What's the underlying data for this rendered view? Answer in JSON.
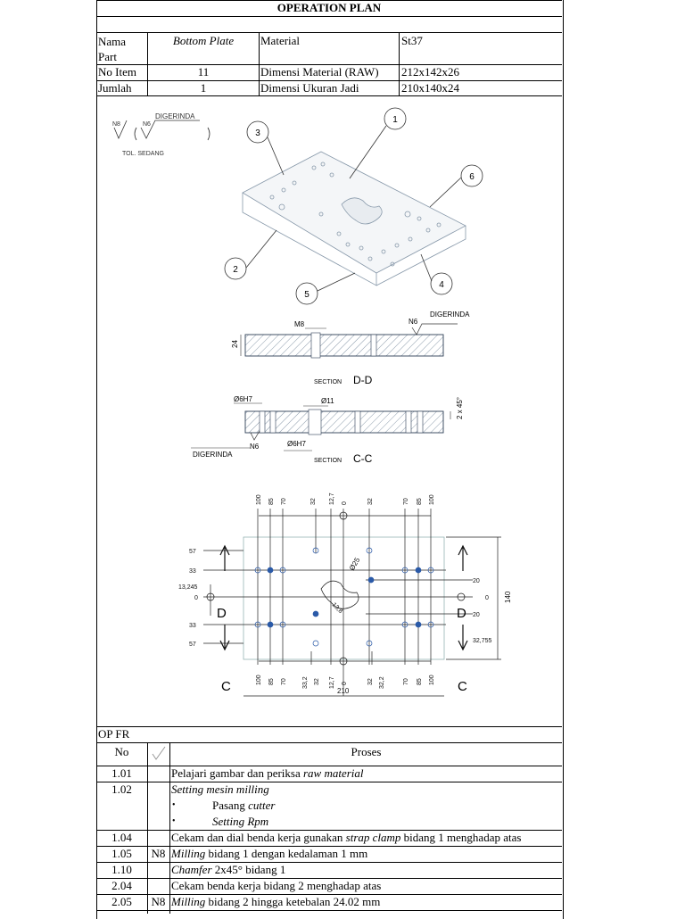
{
  "title": "OPERATION PLAN",
  "header": {
    "nama_part_label": "Nama Part",
    "nama_part_value": "Bottom Plate",
    "material_label": "Material",
    "material_value": "St37",
    "no_item_label": "No Item",
    "no_item_value": "11",
    "dim_raw_label": "Dimensi Material (RAW)",
    "dim_raw_value": "212x142x26",
    "jumlah_label": "Jumlah",
    "jumlah_value": "1",
    "dim_jadi_label": "Dimensi Ukuran Jadi",
    "dim_jadi_value": "210x140x24"
  },
  "drawing": {
    "symbol_n8": "N8",
    "symbol_n6": "N6",
    "symbol_digerinda": "DIGERINDA",
    "tol": "TOL. SEDANG",
    "callouts": [
      "1",
      "2",
      "3",
      "4",
      "5",
      "6"
    ],
    "section_dd": {
      "m8": "M8",
      "n6": "N6",
      "digerinda": "DIGERINDA",
      "thickness": "24",
      "label_prefix": "SECTION",
      "label": "D-D"
    },
    "section_cc": {
      "d6h7_top": "Ø6H7",
      "d11": "Ø11",
      "chamfer": "2 x 45°",
      "digerinda": "DIGERINDA",
      "n6": "N6",
      "d6h7_bottom": "Ø6H7",
      "label_prefix": "SECTION",
      "label": "C-C"
    },
    "plan": {
      "top_dims": [
        "100",
        "85",
        "70",
        "32",
        "12,7",
        "0",
        "32",
        "70",
        "85",
        "100"
      ],
      "bottom_dims": [
        "100",
        "85",
        "70",
        "33,2",
        "32",
        "12,7",
        "0",
        "32",
        "32,2",
        "70",
        "85",
        "100"
      ],
      "left_dims": [
        "57",
        "33",
        "13,245",
        "0",
        "33",
        "57"
      ],
      "right_dims": [
        "20",
        "0",
        "20",
        "32,755"
      ],
      "height": "140",
      "width": "210",
      "d25": "Ø25",
      "r13": "13,8",
      "d_left": "D",
      "d_right": "D",
      "c_left": "C",
      "c_right": "C"
    }
  },
  "op": {
    "label": "OP FR",
    "col_no": "No",
    "col_proses": "Proses",
    "rows": [
      {
        "no": "1.01",
        "n": "",
        "parts": [
          {
            "t": "Pelajari gambar dan periksa ",
            "i": false
          },
          {
            "t": "raw material",
            "i": true
          }
        ]
      },
      {
        "no": "1.02",
        "n": "",
        "parts": [
          {
            "t": "Setting mesin milling",
            "i": true
          }
        ]
      },
      {
        "no": "",
        "n": "",
        "bullet": true,
        "parts": [
          {
            "t": "Pasang ",
            "i": false
          },
          {
            "t": "cutter",
            "i": true
          }
        ]
      },
      {
        "no": "",
        "n": "",
        "bullet": true,
        "parts": [
          {
            "t": "Setting Rpm",
            "i": true
          }
        ]
      },
      {
        "no": "1.04",
        "n": "",
        "parts": [
          {
            "t": "Cekam dan dial benda kerja gunakan ",
            "i": false
          },
          {
            "t": "strap clamp",
            "i": true
          },
          {
            "t": " bidang 1 menghadap atas",
            "i": false
          }
        ]
      },
      {
        "no": "1.05",
        "n": "N8",
        "parts": [
          {
            "t": "Milling",
            "i": true
          },
          {
            "t": " bidang 1 dengan kedalaman 1 mm",
            "i": false
          }
        ]
      },
      {
        "no": "1.10",
        "n": "",
        "parts": [
          {
            "t": "Chamfer",
            "i": true
          },
          {
            "t": " 2x45° bidang 1",
            "i": false
          }
        ]
      },
      {
        "no": "2.04",
        "n": "",
        "parts": [
          {
            "t": "Cekam benda kerja  bidang 2 menghadap atas",
            "i": false
          }
        ]
      },
      {
        "no": "2.05",
        "n": "N8",
        "parts": [
          {
            "t": "Milling",
            "i": true
          },
          {
            "t": " bidang 2 hingga ketebalan 24.02 mm",
            "i": false
          }
        ]
      }
    ]
  }
}
